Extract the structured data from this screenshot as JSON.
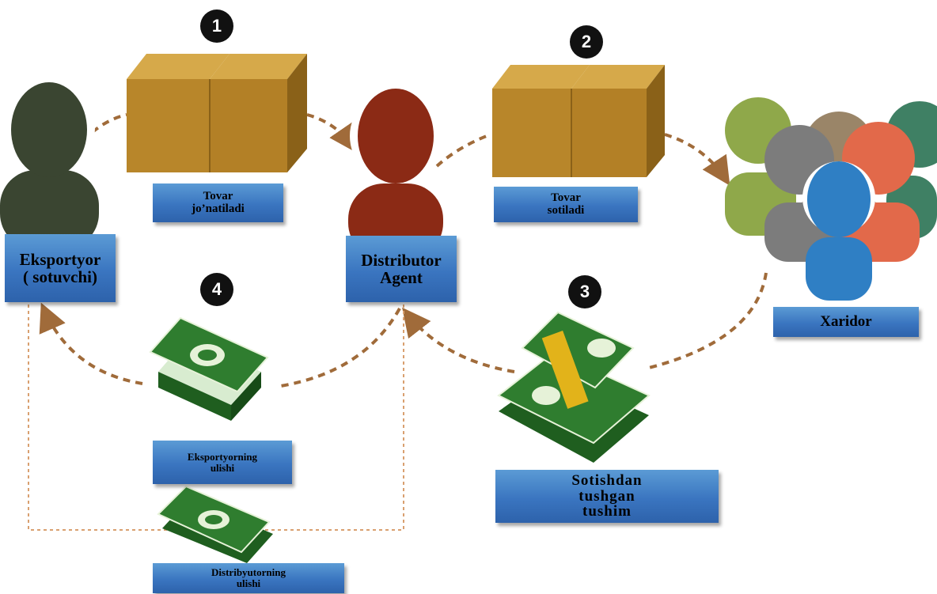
{
  "steps": [
    "1",
    "2",
    "3",
    "4"
  ],
  "labels": {
    "exporter": "Eksportyor\n( sotuvchi)",
    "distributor": "Distributor\nAgent",
    "buyer": "Xaridor",
    "goods_sent": "Tovar\njo’natiladi",
    "goods_sold": "Tovar\nsotiladi",
    "sales_revenue": "Sotishdan\ntushgan\ntushim",
    "exporter_share": "Eksportyorning\nulishi",
    "distributor_share": "Distribyutorning\nulishi"
  },
  "colors": {
    "exporter_person": "#3a4531",
    "distributor_person": "#8b2a15",
    "box": "#b8862a",
    "money": "#2f7d2f",
    "arrow": "#a06b3a",
    "label_bg": "#3a75c0"
  }
}
